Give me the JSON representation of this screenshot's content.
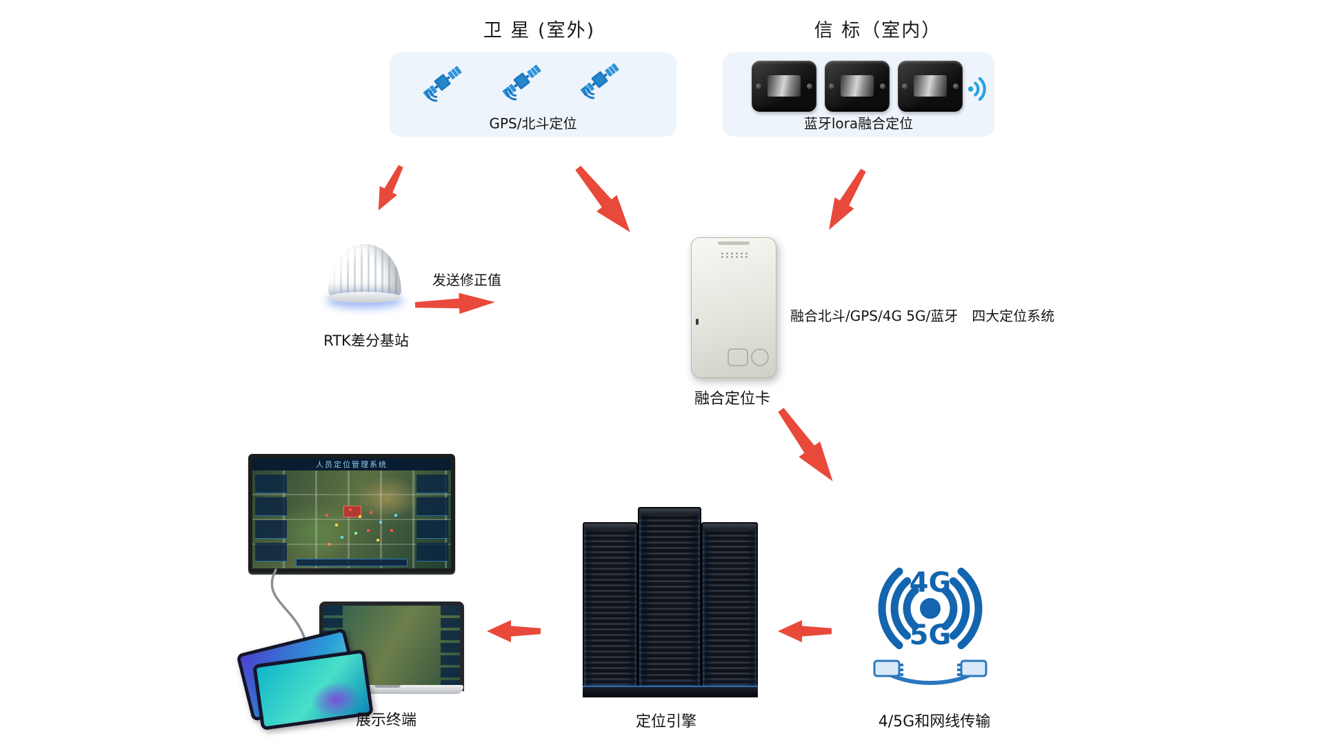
{
  "satellite_section": {
    "title": "卫 星 (室外)",
    "caption": "GPS/北斗定位"
  },
  "beacon_section": {
    "title": "信 标（室内）",
    "caption": "蓝牙lora融合定位"
  },
  "rtk": {
    "label": "RTK差分基站",
    "arrow_label": "发送修正值"
  },
  "fusion_card": {
    "label": "融合定位卡",
    "description": "融合北斗/GPS/4G 5G/蓝牙　四大定位系统"
  },
  "engine": {
    "label": "定位引擎"
  },
  "network": {
    "label": "4/5G和网线传输",
    "tag_top": "4G",
    "tag_bottom": "5G"
  },
  "display": {
    "label": "展示终端",
    "screen_title": "人员定位管理系统"
  },
  "colors": {
    "arrow_red": "#e8493a",
    "panel_blue_bg": "#eef4fb",
    "brand_blue": "#1265ae",
    "signal_blue": "#29a3dc"
  }
}
